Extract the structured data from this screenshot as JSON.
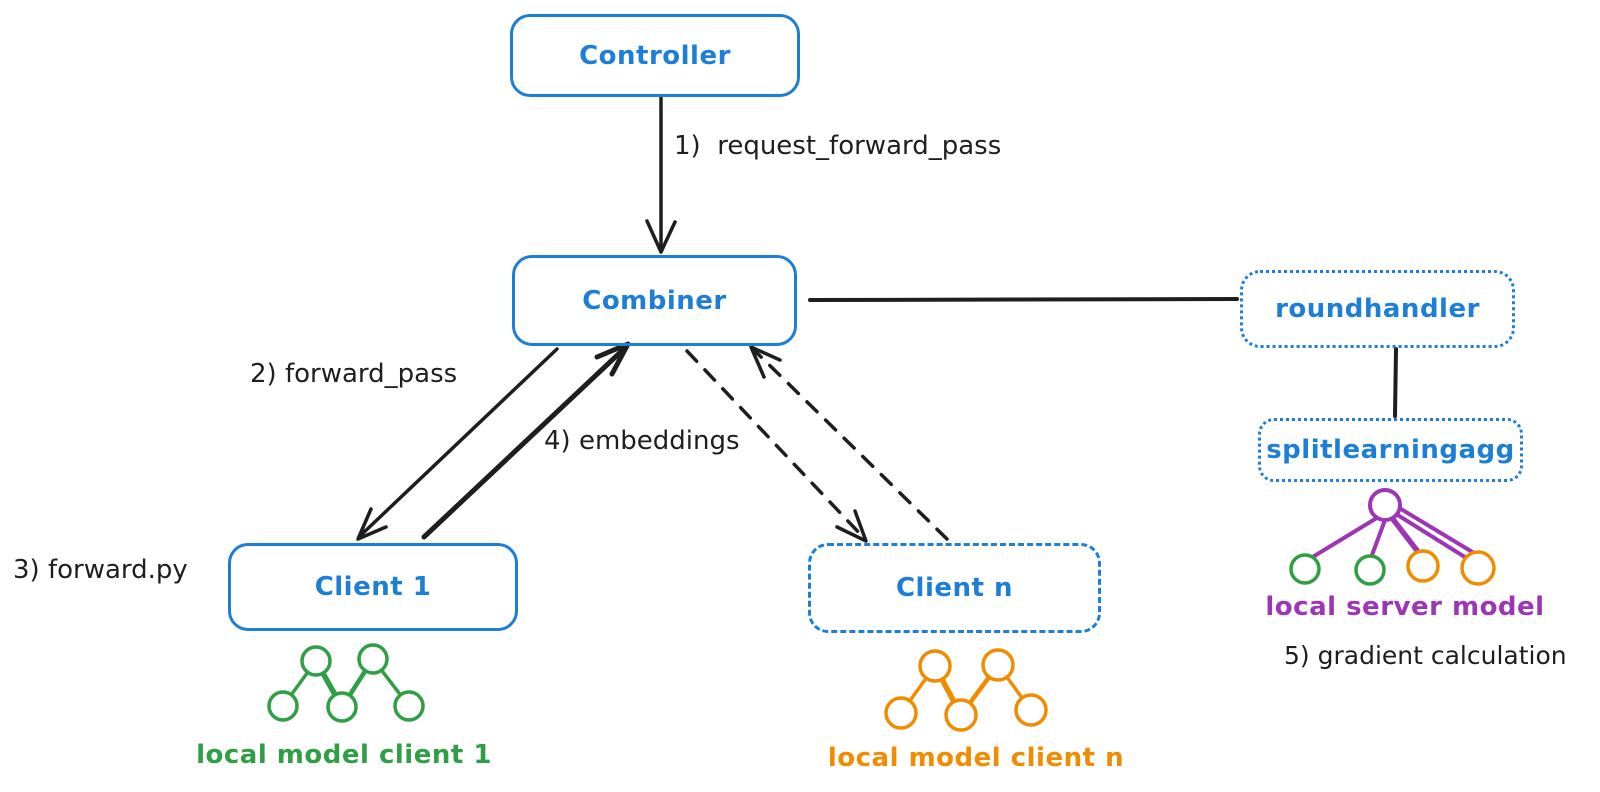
{
  "diagram": {
    "title": "split learning architecture diagram",
    "nodes": {
      "controller": {
        "label": "Controller",
        "border": "solid"
      },
      "combiner": {
        "label": "Combiner",
        "border": "solid"
      },
      "roundhandler": {
        "label": "roundhandler",
        "border": "dotted"
      },
      "splitlearningagg": {
        "label": "splitlearningagg",
        "border": "dotted"
      },
      "client1": {
        "label": "Client 1",
        "border": "solid"
      },
      "clientn": {
        "label": "Client n",
        "border": "dashed"
      }
    },
    "annotations": {
      "step1": "1)  request_forward_pass",
      "step2": "2) forward_pass",
      "step3": "3) forward.py",
      "step4": "4) embeddings",
      "step5": "5) gradient calculation"
    },
    "captions": {
      "client1_model": "local model client 1",
      "clientn_model": "local model client n",
      "server_model": "local server model"
    },
    "edges": [
      {
        "from": "controller",
        "to": "combiner",
        "style": "solid arrow",
        "label": "1) request_forward_pass"
      },
      {
        "from": "combiner",
        "to": "client1",
        "style": "solid arrow",
        "label": "2) forward_pass"
      },
      {
        "from": "client1",
        "to": "combiner",
        "style": "solid arrow (thick)",
        "label": "4) embeddings"
      },
      {
        "from": "combiner",
        "to": "clientn",
        "style": "dashed arrow",
        "label": ""
      },
      {
        "from": "clientn",
        "to": "combiner",
        "style": "dashed arrow",
        "label": ""
      },
      {
        "from": "combiner",
        "to": "roundhandler",
        "style": "solid line",
        "label": ""
      },
      {
        "from": "roundhandler",
        "to": "splitlearningagg",
        "style": "solid line",
        "label": ""
      }
    ],
    "colors": {
      "background": "#ffffff",
      "node_blue": "#1c7ed6",
      "stroke_black": "#1e1e1e",
      "client1_green": "#2f9e44",
      "clientn_orange": "#f08c00",
      "server_purple": "#9c36b5"
    }
  }
}
